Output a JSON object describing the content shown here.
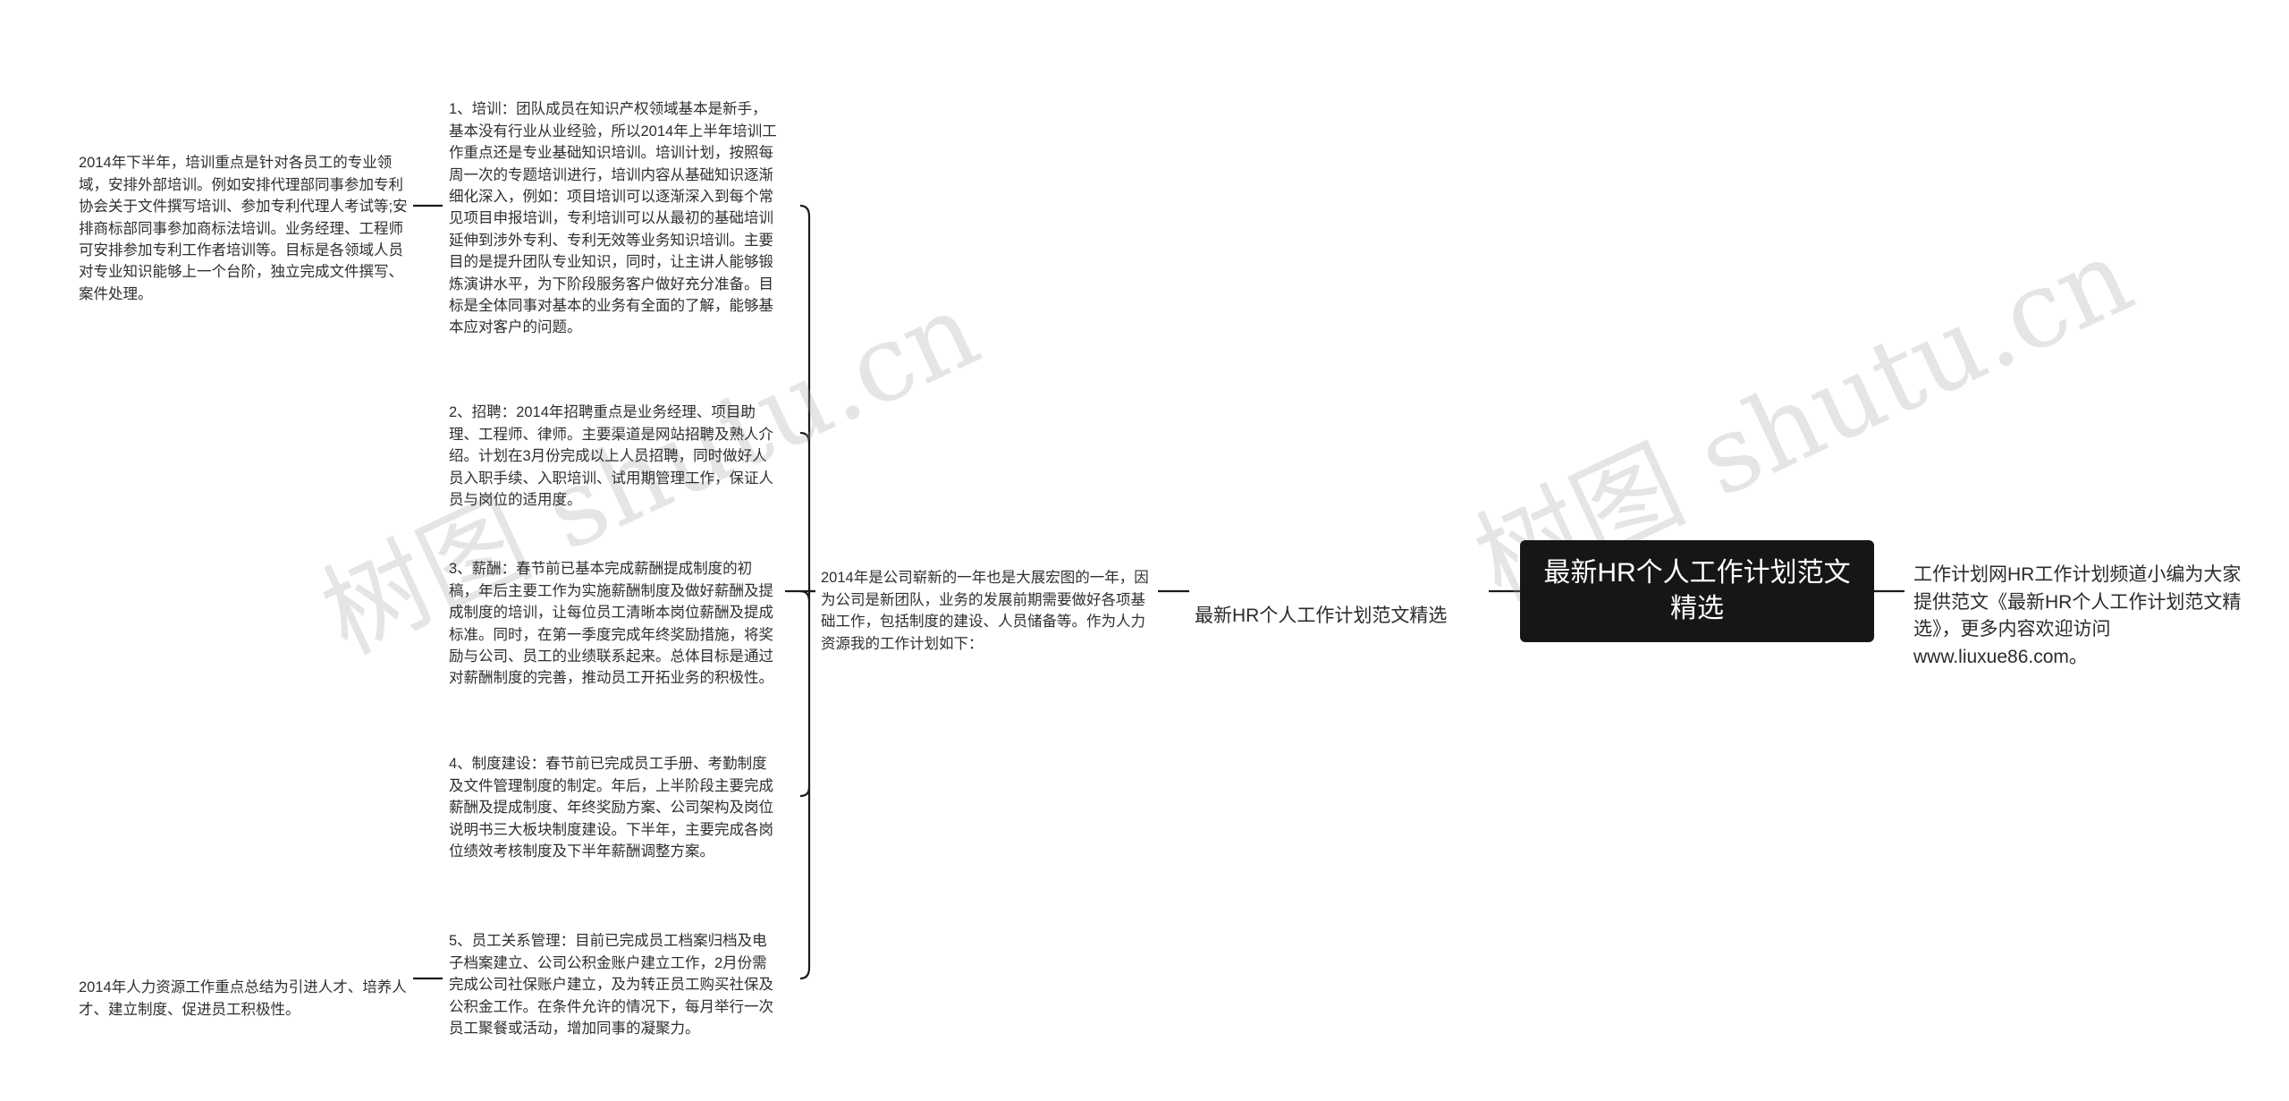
{
  "root": {
    "title": "最新HR个人工作计划范文精选"
  },
  "right_note": {
    "text": "工作计划网HR工作计划频道小编为大家提供范文《最新HR个人工作计划范文精选》，更多内容欢迎访问www.liuxue86.com。"
  },
  "branch": {
    "label": "最新HR个人工作计划范文精选"
  },
  "intro": {
    "text": "2014年是公司崭新的一年也是大展宏图的一年，因为公司是新团队，业务的发展前期需要做好各项基础工作，包括制度的建设、人员储备等。作为人力资源我的工作计划如下："
  },
  "items": [
    {
      "text": "1、培训：团队成员在知识产权领域基本是新手，基本没有行业从业经验，所以2014年上半年培训工作重点还是专业基础知识培训。培训计划，按照每周一次的专题培训进行，培训内容从基础知识逐渐细化深入，例如：项目培训可以逐渐深入到每个常见项目申报培训，专利培训可以从最初的基础培训延伸到涉外专利、专利无效等业务知识培训。主要目的是提升团队专业知识，同时，让主讲人能够锻炼演讲水平，为下阶段服务客户做好充分准备。目标是全体同事对基本的业务有全面的了解，能够基本应对客户的问题。",
      "sub": "2014年下半年，培训重点是针对各员工的专业领域，安排外部培训。例如安排代理部同事参加专利协会关于文件撰写培训、参加专利代理人考试等;安排商标部同事参加商标法培训。业务经理、工程师可安排参加专利工作者培训等。目标是各领域人员对专业知识能够上一个台阶，独立完成文件撰写、案件处理。"
    },
    {
      "text": "2、招聘：2014年招聘重点是业务经理、项目助理、工程师、律师。主要渠道是网站招聘及熟人介绍。计划在3月份完成以上人员招聘，同时做好人员入职手续、入职培训、试用期管理工作，保证人员与岗位的适用度。"
    },
    {
      "text": "3、薪酬：春节前已基本完成薪酬提成制度的初稿，年后主要工作为实施薪酬制度及做好薪酬及提成制度的培训，让每位员工清晰本岗位薪酬及提成标准。同时，在第一季度完成年终奖励措施，将奖励与公司、员工的业绩联系起来。总体目标是通过对薪酬制度的完善，推动员工开拓业务的积极性。"
    },
    {
      "text": "4、制度建设：春节前已完成员工手册、考勤制度及文件管理制度的制定。年后，上半阶段主要完成薪酬及提成制度、年终奖励方案、公司架构及岗位说明书三大板块制度建设。下半年，主要完成各岗位绩效考核制度及下半年薪酬调整方案。"
    },
    {
      "text": "5、员工关系管理：目前已完成员工档案归档及电子档案建立、公司公积金账户建立工作，2月份需完成公司社保账户建立，及为转正员工购买社保及公积金工作。在条件允许的情况下，每月举行一次员工聚餐或活动，增加同事的凝聚力。",
      "sub": "2014年人力资源工作重点总结为引进人才、培养人才、建立制度、促进员工积极性。"
    }
  ],
  "watermarks": [
    "树图 shutu.cn",
    "树图 shutu.cn"
  ]
}
